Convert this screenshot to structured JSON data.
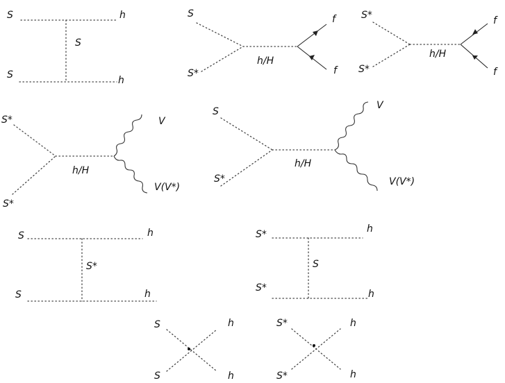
{
  "diagrams": [
    {
      "labels": [
        "S",
        "h",
        "S",
        "S",
        "h"
      ]
    },
    {
      "labels": [
        "S",
        "S*",
        "h/H",
        "f",
        "f"
      ]
    },
    {
      "labels": [
        "S*",
        "S*",
        "h/H",
        "f",
        "f"
      ]
    },
    {
      "labels": [
        "S*",
        "S*",
        "h/H",
        "V",
        "V(V*)"
      ]
    },
    {
      "labels": [
        "S",
        "S*",
        "h/H",
        "V",
        "V(V*)"
      ]
    },
    {
      "labels": [
        "S",
        "h",
        "S*",
        "S",
        "h"
      ]
    },
    {
      "labels": [
        "S*",
        "h",
        "S",
        "S*",
        "h"
      ]
    },
    {
      "labels": [
        "S",
        "h",
        "S",
        "h"
      ]
    },
    {
      "labels": [
        "S*",
        "h",
        "S*",
        "h"
      ]
    }
  ]
}
